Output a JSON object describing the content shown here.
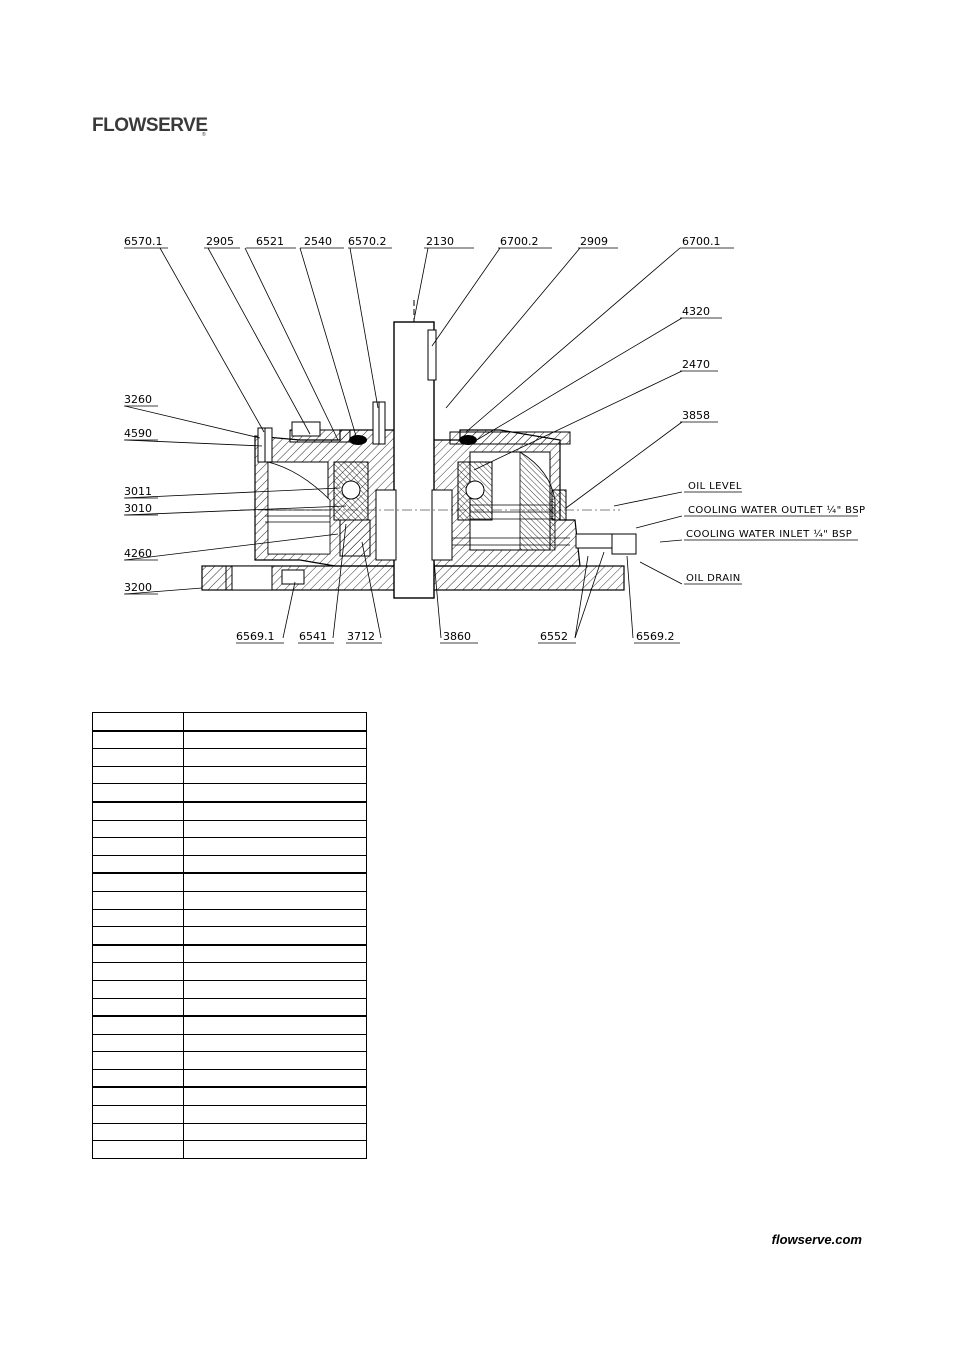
{
  "brand": {
    "name": "FLOWSERVE",
    "reg": "®"
  },
  "drawing": {
    "top_labels": [
      "6570.1",
      "2905",
      "6521",
      "2540",
      "6570.2",
      "2130",
      "6700.2",
      "2909",
      "6700.1"
    ],
    "right_labels": [
      "4320",
      "2470",
      "3858"
    ],
    "left_labels": [
      "3260",
      "4590",
      "3011",
      "3010",
      "4260",
      "3200"
    ],
    "bottom_labels": [
      "6569.1",
      "6541",
      "3712",
      "3860",
      "6552",
      "6569.2"
    ],
    "annotations": [
      "OIL LEVEL",
      "COOLING WATER OUTLET ¼\" BSP",
      "COOLING WATER INLET ¼\" BSP",
      "OIL DRAIN"
    ]
  },
  "parts_table": {
    "rows": [
      [
        "",
        ""
      ],
      [
        "",
        ""
      ],
      [
        "",
        ""
      ],
      [
        "",
        ""
      ],
      [
        "",
        ""
      ],
      [
        "",
        ""
      ],
      [
        "",
        ""
      ],
      [
        "",
        ""
      ],
      [
        "",
        ""
      ],
      [
        "",
        ""
      ],
      [
        "",
        ""
      ],
      [
        "",
        ""
      ],
      [
        "",
        ""
      ],
      [
        "",
        ""
      ],
      [
        "",
        ""
      ],
      [
        "",
        ""
      ],
      [
        "",
        ""
      ],
      [
        "",
        ""
      ],
      [
        "",
        ""
      ],
      [
        "",
        ""
      ],
      [
        "",
        ""
      ],
      [
        "",
        ""
      ],
      [
        "",
        ""
      ],
      [
        "",
        ""
      ],
      [
        "",
        ""
      ]
    ]
  },
  "footer": {
    "url": "flowserve.com"
  }
}
